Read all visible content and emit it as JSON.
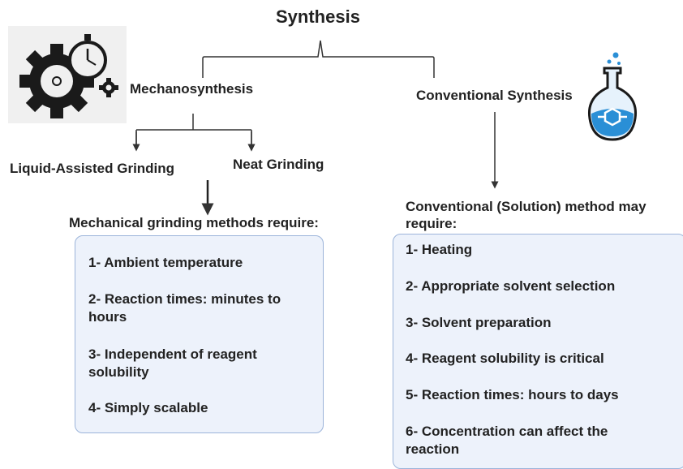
{
  "title": "Synthesis",
  "left": {
    "label": "Mechanosynthesis",
    "icon": "gears-stopwatch-icon",
    "branches": [
      "Liquid-Assisted Grinding",
      "Neat Grinding"
    ],
    "requirements_heading": "Mechanical grinding methods require:",
    "requirements": [
      "1- Ambient temperature",
      "2- Reaction times: minutes to hours",
      "3- Independent of reagent solubility",
      "4- Simply scalable"
    ]
  },
  "right": {
    "label": "Conventional Synthesis",
    "icon": "flask-icon",
    "requirements_heading": "Conventional (Solution) method may require:",
    "requirements": [
      "1- Heating",
      "2- Appropriate solvent selection",
      "3- Solvent preparation",
      "4- Reagent solubility is critical",
      "5- Reaction times: hours to days",
      "6- Concentration can affect the reaction"
    ]
  },
  "colors": {
    "line": "#333333",
    "box_fill": "#edf2fb",
    "box_border": "#9cb4da",
    "flask_blue": "#2a8fd6",
    "gear_black": "#1a1a1a"
  }
}
